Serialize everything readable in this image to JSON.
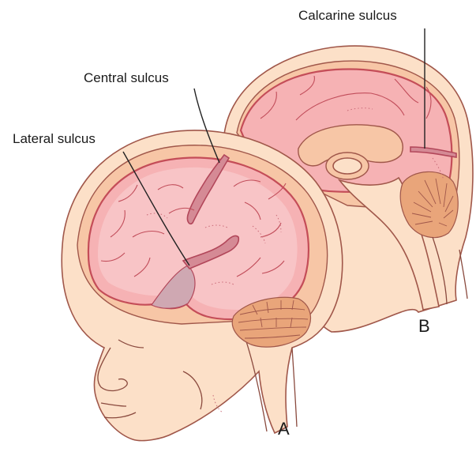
{
  "labels": {
    "calcarine_sulcus": "Calcarine sulcus",
    "central_sulcus": "Central sulcus",
    "lateral_sulcus": "Lateral sulcus",
    "panel_a": "A",
    "panel_b": "B"
  },
  "colors": {
    "skin": "#fce0c8",
    "skull": "#f7c6a6",
    "brain": "#f6b2b4",
    "brain_outline": "#c44d58",
    "cerebellum": "#e9a57a"
  }
}
